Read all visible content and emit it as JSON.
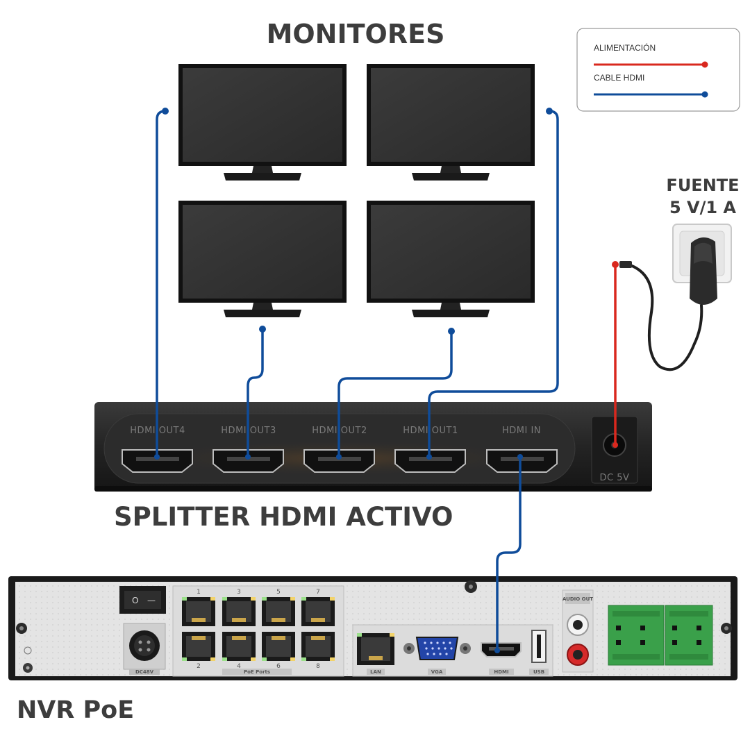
{
  "labels": {
    "monitors": "MONITORES",
    "splitter": "SPLITTER HDMI ACTIVO",
    "nvr": "NVR PoE",
    "power_line1": "FUENTE",
    "power_line2": "5 V/1 A"
  },
  "legend": {
    "power": "ALIMENTACIÓN",
    "hdmi": "CABLE HDMI",
    "power_color": "#d9281e",
    "hdmi_color": "#0f4c9a"
  },
  "splitter_ports": {
    "out4": "HDMI OUT4",
    "out3": "HDMI OUT3",
    "out2": "HDMI OUT2",
    "out1": "HDMI OUT1",
    "in": "HDMI IN",
    "dc": "DC 5V"
  },
  "nvr_panel": {
    "poe_numbers_top": [
      "1",
      "3",
      "5",
      "7"
    ],
    "poe_numbers_bottom": [
      "2",
      "4",
      "6",
      "8"
    ],
    "poe_label": "PoE Ports",
    "dc_label": "DC48V",
    "lan_label": "LAN",
    "vga_label": "VGA",
    "hdmi_label": "HDMI",
    "usb_label": "USB",
    "audio_out_label": "AUDIO OUT",
    "switch_on": "O",
    "switch_off": "—"
  }
}
